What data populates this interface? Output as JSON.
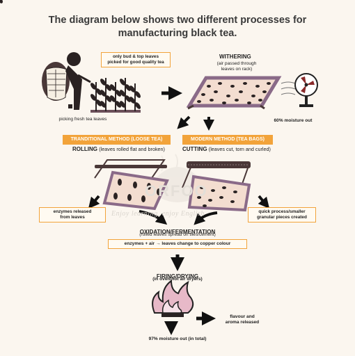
{
  "title_line1": "The diagram below shows two different processes for",
  "title_line2": "manufacturing black tea.",
  "picking": {
    "note": [
      "only bud & top leaves",
      "picked for good quality tea"
    ],
    "caption": "picking fresh tea leaves"
  },
  "withering": {
    "heading": "WITHERING",
    "detail": [
      "(air passed through",
      "leaves on rack)"
    ],
    "moisture": "60% moisture out"
  },
  "traditional": {
    "banner": "TRANDITIONAL METHOD (LOOSE TEA)",
    "step": "ROLLING",
    "step_detail": "(leaves rolled flat and broken)",
    "side_note": [
      "enzymes released",
      "from leaves"
    ]
  },
  "modern": {
    "banner": "MODERN METHOD (TEA BAGS)",
    "step": "CUTTING",
    "step_detail": "(leaves cut, torn and curled)",
    "side_note": [
      "quick process/smaller",
      "granular pieces created"
    ]
  },
  "oxidation": {
    "heading": "OXIDATION/FERMENTATION",
    "detail": "(rolled leaves spread on tiles/cement)",
    "box": "enzymes + air → leaves change to copper colour"
  },
  "firing": {
    "heading": "FIRING/DRYING",
    "detail": "(in oven/hot air dryers)",
    "flavour": [
      "flavour and",
      "aroma released"
    ],
    "moisture_total": "97% moisture out (in total)"
  },
  "watermark": {
    "brand": "ORFOO",
    "tagline": "Enjoy learning, enjoy English"
  },
  "colors": {
    "accent": "#f2a33a",
    "background": "#fbf6ef",
    "tray_fill": "#f3ddd0",
    "tray_border": "#8a6a88",
    "leaf": "#2a2222"
  }
}
